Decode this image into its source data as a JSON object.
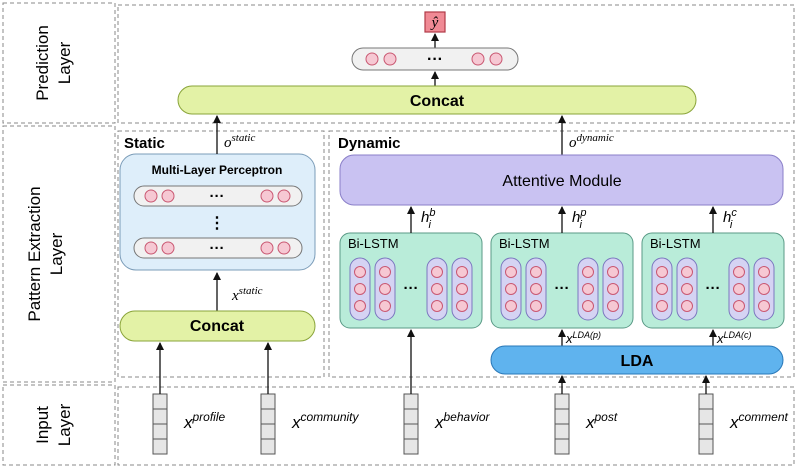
{
  "layers": {
    "prediction": [
      "Prediction",
      "Layer"
    ],
    "pattern": [
      "Pattern Extraction",
      "Layer"
    ],
    "input": [
      "Input",
      "Layer"
    ]
  },
  "output_symbol": "ŷ",
  "top_concat": "Concat",
  "static": {
    "title": "Static",
    "mlp_title": "Multi-Layer Perceptron",
    "concat": "Concat",
    "x_label": {
      "base": "x",
      "sup": "static"
    },
    "o_label": {
      "base": "o",
      "sup": "static"
    }
  },
  "dynamic": {
    "title": "Dynamic",
    "attentive": "Attentive Module",
    "lda": "LDA",
    "o_label": {
      "base": "o",
      "sup": "dynamic"
    },
    "bilstm": [
      {
        "label": "Bi-LSTM",
        "h_base": "h",
        "h_sup": "b",
        "h_sub": "i",
        "x_base": "",
        "x_sup": ""
      },
      {
        "label": "Bi-LSTM",
        "h_base": "h",
        "h_sup": "p",
        "h_sub": "i",
        "x_base": "x",
        "x_sup": "LDA(p)"
      },
      {
        "label": "Bi-LSTM",
        "h_base": "h",
        "h_sup": "c",
        "h_sub": "i",
        "x_base": "x",
        "x_sup": "LDA(c)"
      }
    ]
  },
  "inputs": [
    {
      "base": "x",
      "sup": "profile"
    },
    {
      "base": "x",
      "sup": "community"
    },
    {
      "base": "x",
      "sup": "behavior"
    },
    {
      "base": "x",
      "sup": "post"
    },
    {
      "base": "x",
      "sup": "comment"
    }
  ],
  "ellipsis": "···",
  "vdots": "⋮",
  "colors": {
    "concat_fill": "#e3f2a6",
    "concat_stroke": "#8aa43a",
    "mlp_fill": "#deeefa",
    "mlp_stroke": "#7b9cb8",
    "attentive_fill": "#c9c2f2",
    "attentive_stroke": "#8a7fc8",
    "bilstm_fill": "#b9ecd9",
    "bilstm_stroke": "#5a9a86",
    "lda_fill": "#5fb3ee",
    "lda_stroke": "#2a78b8",
    "neuron_fill": "#f6c8d3",
    "neuron_stroke": "#c95872",
    "cell_fill": "#d5d3f3",
    "cell_stroke": "#7b77bf",
    "output_fill": "#f08a95",
    "output_stroke": "#b03a48",
    "input_fill": "#e6e6e6",
    "input_stroke": "#555555"
  }
}
